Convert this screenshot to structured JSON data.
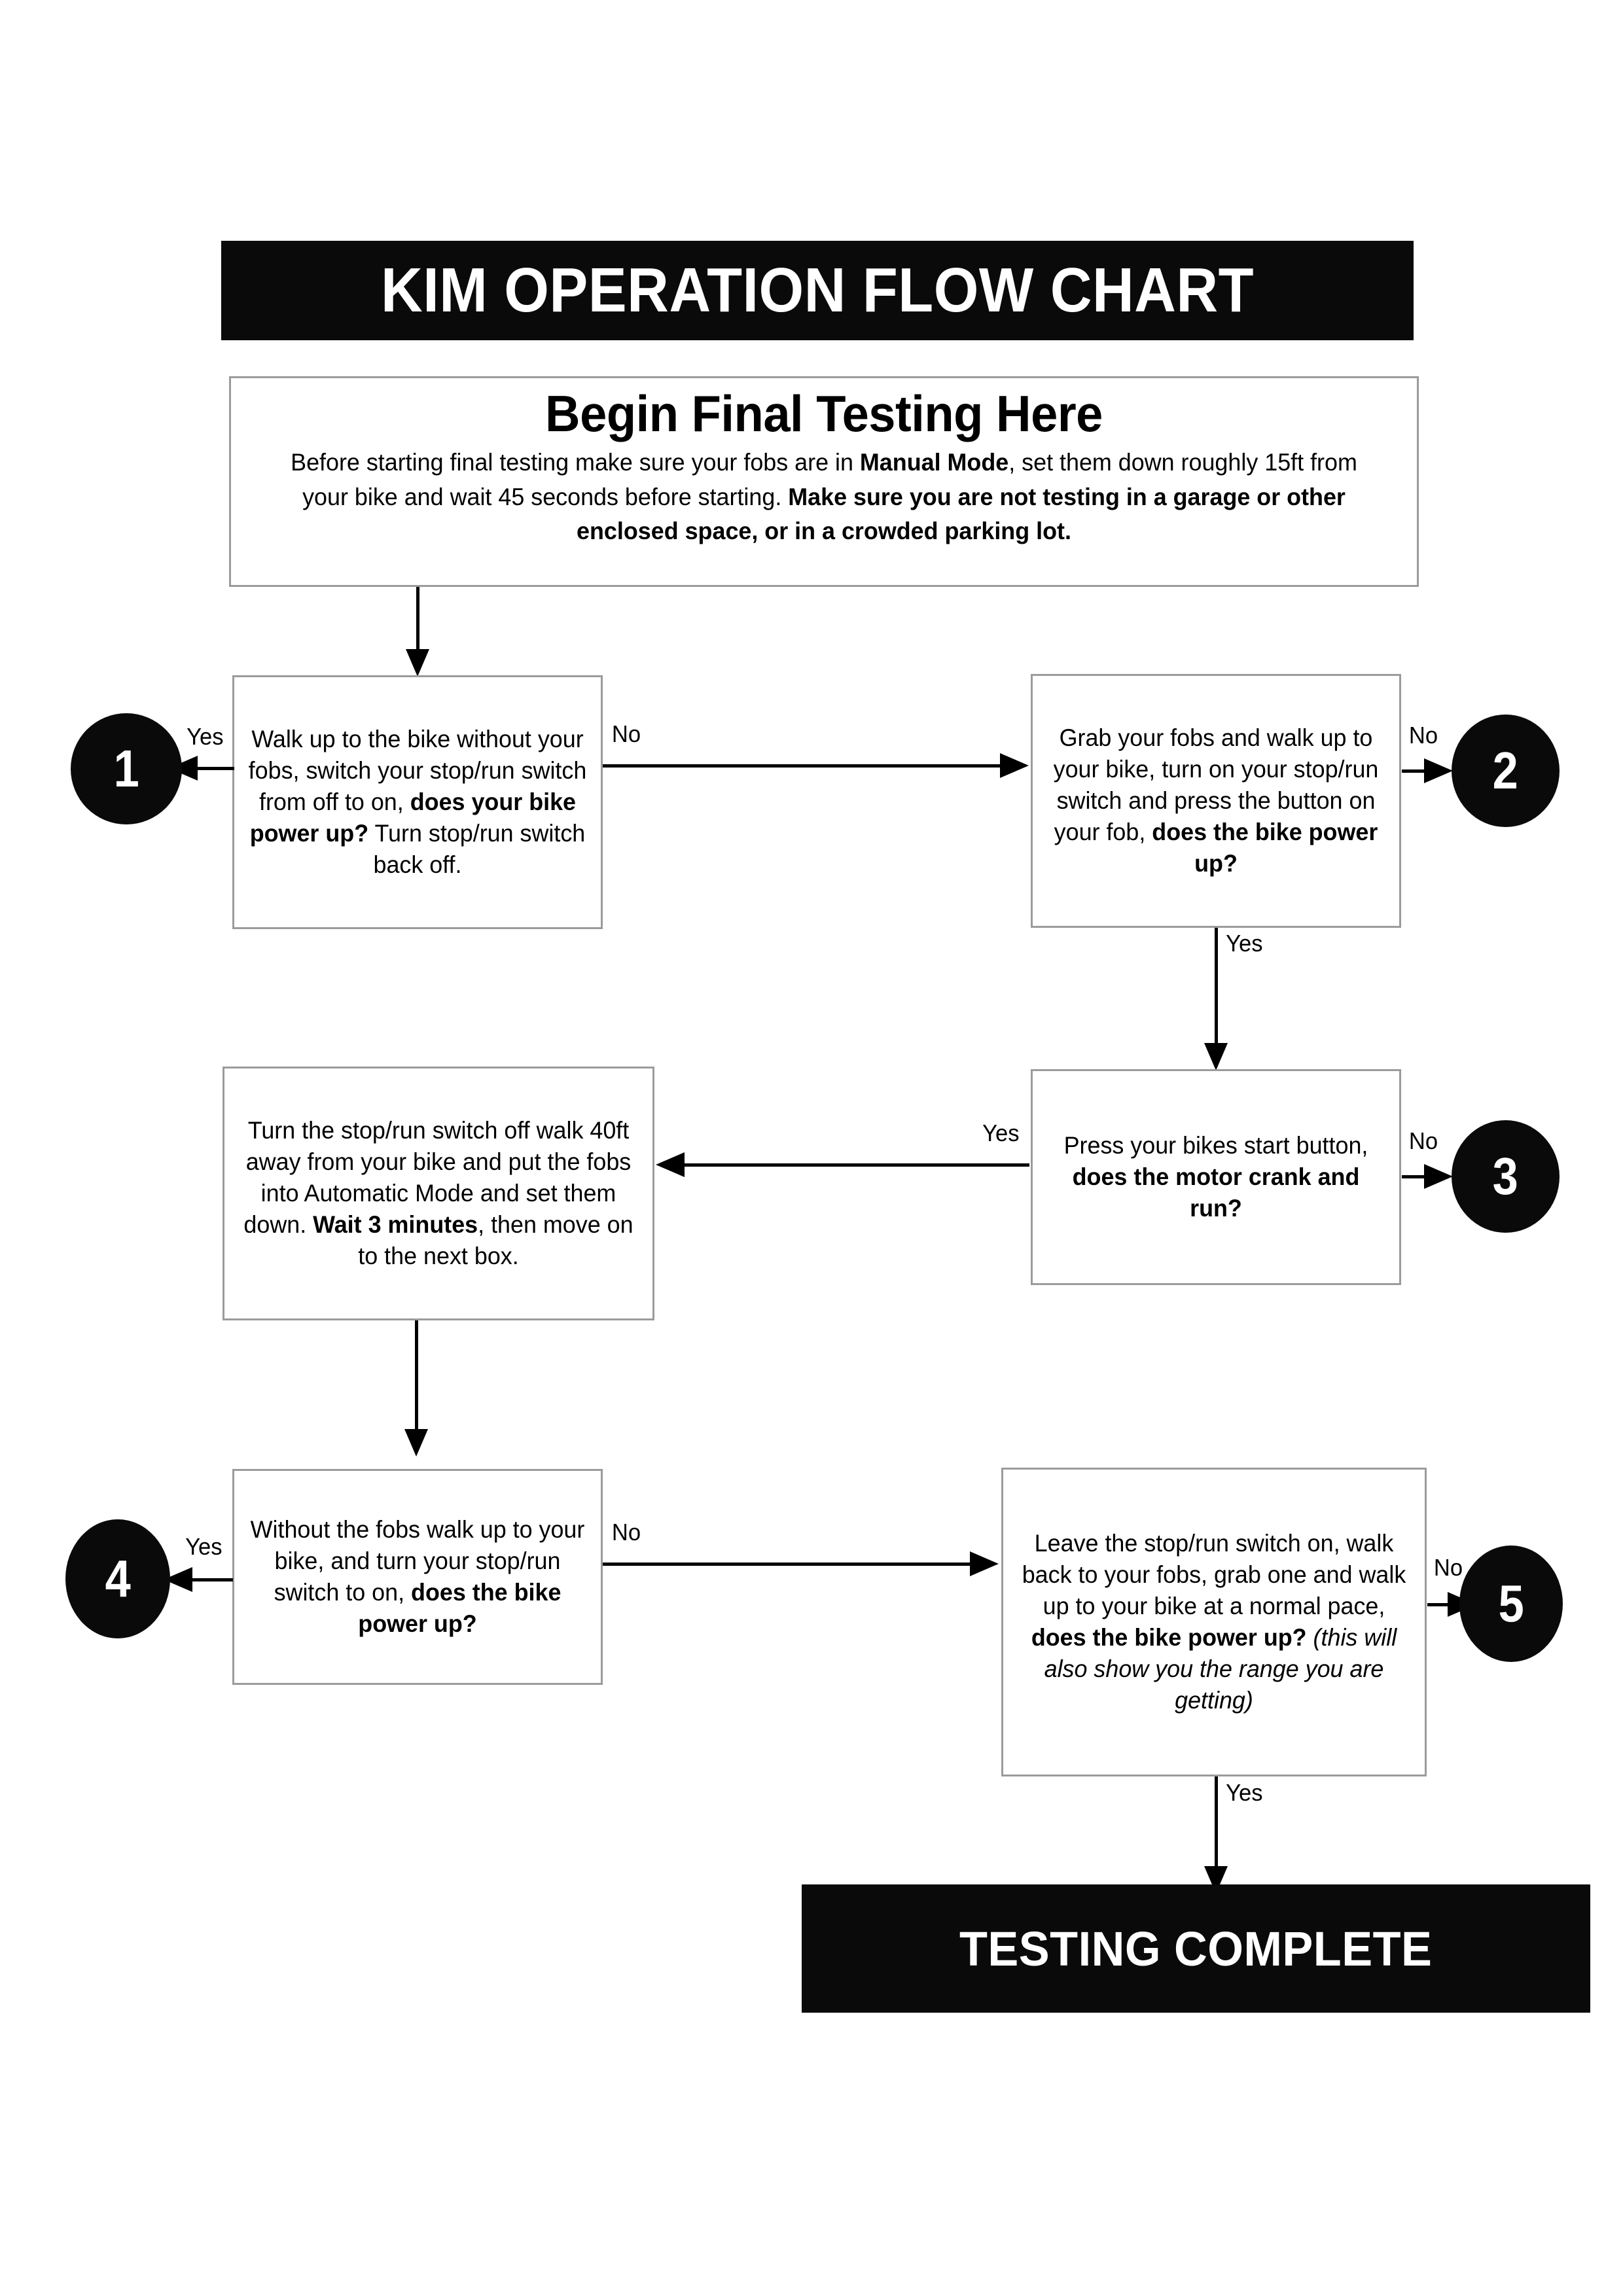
{
  "header": {
    "title": "KIM OPERATION FLOW CHART"
  },
  "intro": {
    "heading": "Begin Final Testing Here",
    "body_before_manual": "Before starting final testing make sure your fobs are in ",
    "manual_mode": "Manual Mode",
    "body_middle": ", set them down roughly 15ft from your bike and wait 45 seconds before starting. ",
    "warning": "Make sure you are not testing in a garage or other enclosed space, or in a crowded parking lot."
  },
  "boxes": {
    "step1": {
      "lead": "Walk up to the bike without your fobs, switch your stop/run switch from off to on, ",
      "bold": "does your bike power up?",
      "tail": " Turn stop/run switch back off."
    },
    "step2": {
      "lead": "Grab your fobs and walk up to your bike, turn on your stop/run switch and press the button on your fob, ",
      "bold": "does the bike power up?",
      "tail": ""
    },
    "wait": {
      "lead": "Turn the stop/run switch off walk 40ft away from your bike and put the fobs into Automatic Mode and set them down. ",
      "bold": "Wait 3 minutes",
      "tail": ", then move on to the next box."
    },
    "step3": {
      "lead": "Press your bikes start button, ",
      "bold": "does the motor crank and run?",
      "tail": ""
    },
    "step4": {
      "lead": "Without the fobs walk up to your bike, and turn your stop/run switch to on, ",
      "bold": "does the bike power up?",
      "tail": ""
    },
    "step5": {
      "lead": "Leave the stop/run switch on, walk back to your fobs, grab one and walk up to your bike at a normal pace, ",
      "bold": "does the bike power up?",
      "italic": " (this will also show you the range you are getting)"
    }
  },
  "circles": {
    "one": "1",
    "two": "2",
    "three": "3",
    "four": "4",
    "five": "5"
  },
  "edge_labels": {
    "yes_1": "Yes",
    "no_1": "No",
    "no_2": "No",
    "yes_2": "Yes",
    "yes_3": "Yes",
    "no_3": "No",
    "yes_4": "Yes",
    "no_4": "No",
    "no_5": "No",
    "yes_5": "Yes"
  },
  "terminal": {
    "label": "TESTING COMPLETE"
  },
  "colors": {
    "ink": "#0a0a0a",
    "paper": "#ffffff",
    "box_border": "#9b9b9b",
    "connector": "#000000"
  }
}
